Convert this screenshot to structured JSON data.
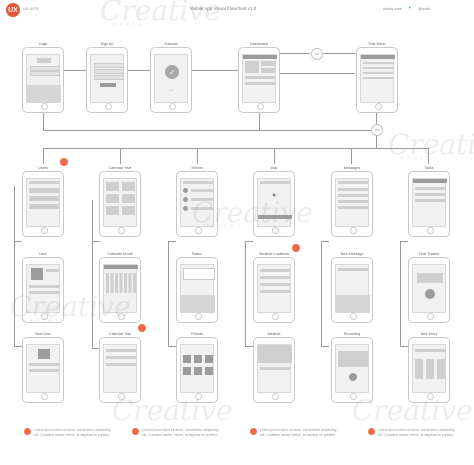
{
  "header": {
    "logo": "UX",
    "brand": "UX KITS",
    "title": "Mobile App Visual Flowchart",
    "version": "v1.0",
    "site": "uxkits.com",
    "twitter_icon": "twitter-bird-icon",
    "handle": "@uxkit"
  },
  "screens": {
    "login": "Login",
    "signup": "Sign Up",
    "success": "Success",
    "dashboard": "Dashboard",
    "side_menu": "Side Menu",
    "users": "Users",
    "calendar_year": "Calendar Year",
    "stream": "Stream",
    "map": "Map",
    "messages": "Messages",
    "tasks": "Tasks",
    "user": "User",
    "calendar_month": "Calendar Month",
    "status": "Status",
    "weather_locations": "Weather Locations",
    "new_message": "New Message",
    "time_tracker": "Time Tracker",
    "new_user": "New User",
    "calendar_day": "Calendar Day",
    "friends": "Friends",
    "weather": "Weather",
    "recording": "Recording",
    "new_entry": "New Entry"
  },
  "connector_labels": {
    "c1": "OR",
    "c2": "OR"
  },
  "notes": [
    "Lorem ipsum dolor sit amet, consectetur adipiscing elit. Curabitur auctor metus, at dapibus mi porttitor.",
    "Lorem ipsum dolor sit amet, consectetur adipiscing elit. Curabitur auctor metus, at dapibus mi porttitor.",
    "Lorem ipsum dolor sit amet, consectetur adipiscing elit. Curabitur auctor metus, at dapibus mi porttitor.",
    "Lorem ipsum dolor sit amet, consectetur adipiscing elit. Curabitur auctor metus, at dapibus mi porttitor."
  ],
  "watermark": {
    "text": "Creative",
    "sub": "MARKET"
  },
  "colors": {
    "accent": "#f06a4a",
    "wire": "#9a9a9a",
    "phone_border": "#c9c9c9"
  }
}
